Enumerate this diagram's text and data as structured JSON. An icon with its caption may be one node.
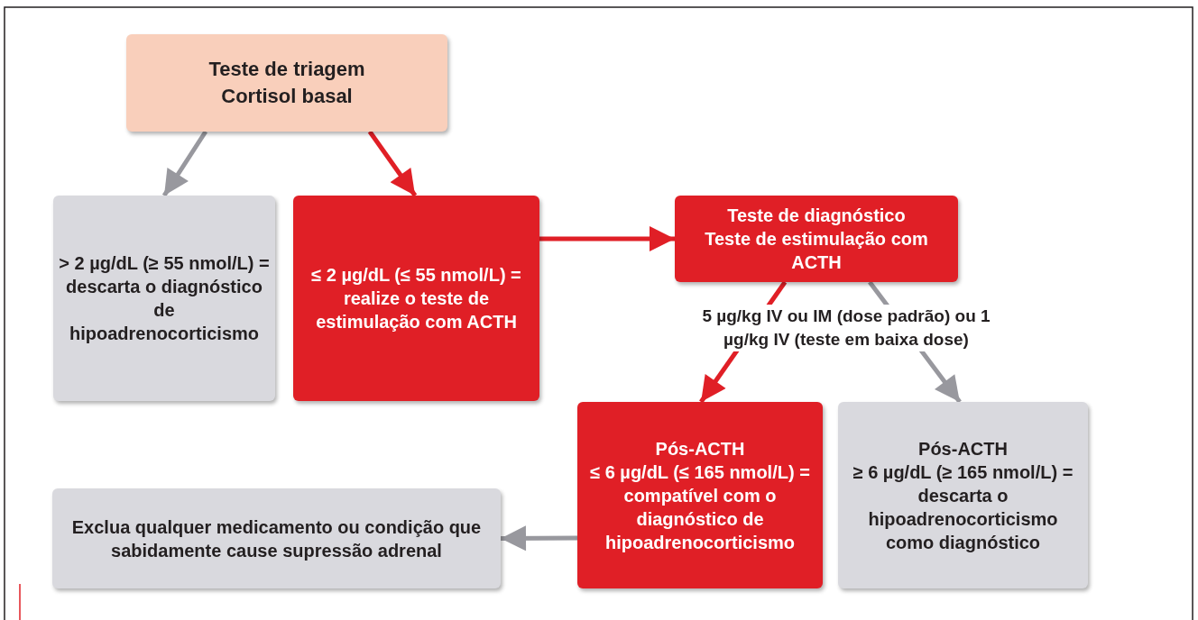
{
  "diagram": {
    "nodes": [
      {
        "text": [
          "Teste de triagem",
          "Cortisol basal"
        ]
      },
      {
        "text": [
          "> 2 µg/dL (≥ 55 nmol/L) = descarta o diagnóstico de hipoadrenocorticismo"
        ]
      },
      {
        "text": [
          "≤ 2 µg/dL (≤ 55 nmol/L) = realize o teste de estimulação com ACTH"
        ]
      },
      {
        "text": [
          "Teste de diagnóstico",
          "Teste de estimulação com ACTH"
        ]
      },
      {
        "text": [
          "Pós-ACTH",
          "≤ 6 µg/dL (≤ 165 nmol/L) = compatível com o diagnóstico de hipoadrenocorticismo"
        ]
      },
      {
        "text": [
          "Pós-ACTH",
          "≥ 6 µg/dL (≥ 165 nmol/L) = descarta o hipoadrenocorticismo como diagnóstico"
        ]
      },
      {
        "text": [
          "Exclua qualquer medicamento ou condição que sabidamente cause supressão adrenal"
        ]
      }
    ],
    "edges": [
      {
        "from": 0,
        "to": 1,
        "arrow": "to",
        "color": "#98989e"
      },
      {
        "from": 0,
        "to": 2,
        "arrow": "to",
        "color": "#e01f26"
      },
      {
        "from": 2,
        "to": 3,
        "arrow": "to",
        "color": "#e01f26"
      },
      {
        "from": 3,
        "to": 4,
        "arrow": "to",
        "color": "#e01f26"
      },
      {
        "from": 3,
        "to": 5,
        "arrow": "to",
        "color": "#98989e"
      },
      {
        "from": 4,
        "to": 6,
        "arrow": "to",
        "color": "#98989e"
      }
    ],
    "labels": [
      "5 µg/kg IV ou IM (dose padrão) ou 1 µg/kg IV (teste em baixa dose)"
    ]
  }
}
